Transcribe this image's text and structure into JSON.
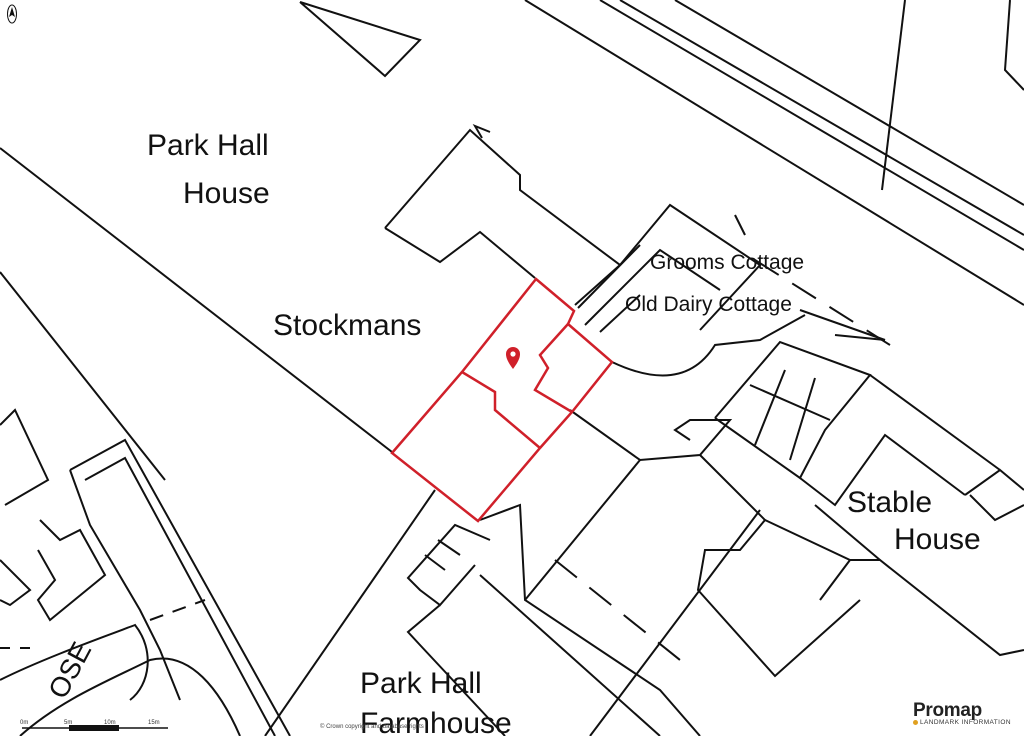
{
  "labels": {
    "park_hall_house_1": "Park Hall",
    "park_hall_house_2": "House",
    "stockmans": "Stockmans",
    "grooms_cottage": "Grooms Cottage",
    "old_dairy_cottage": "Old Dairy Cottage",
    "stable_house_1": "Stable",
    "stable_house_2": "House",
    "park_hall_farmhouse_1": "Park Hall",
    "park_hall_farmhouse_2": "Farmhouse",
    "close_road": "OSE"
  },
  "copyright": "© Crown copyright and database rights",
  "scale_bar": {
    "ticks": [
      "0m",
      "5m",
      "10m",
      "15m"
    ]
  },
  "brand": {
    "name": "Promap",
    "subtitle": "LANDMARK INFORMATION"
  },
  "colors": {
    "boundary": "#d0202a",
    "linework": "#111111",
    "background": "#ffffff",
    "brand_accent": "#e0a020"
  },
  "icons": {
    "north_arrow": "north-arrow-icon",
    "location_pin": "map-pin-icon"
  }
}
